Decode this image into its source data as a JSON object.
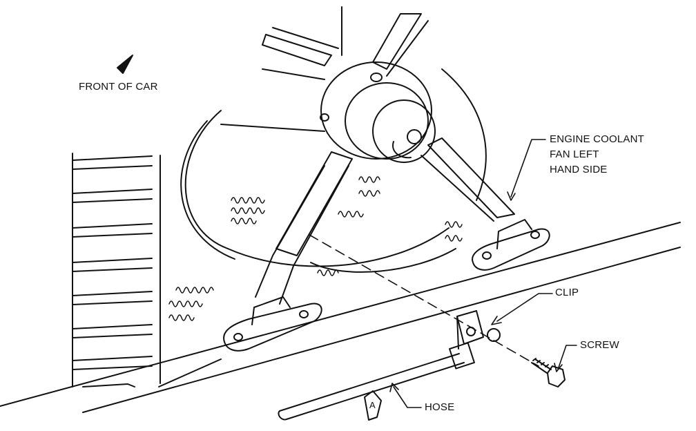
{
  "figure": {
    "labels": {
      "front_of_car": "FRONT OF CAR",
      "engine_coolant_fan": [
        "ENGINE COOLANT",
        "FAN LEFT",
        "HAND SIDE"
      ],
      "clip": "CLIP",
      "screw": "SCREW",
      "hose": "HOSE",
      "view_marker": "A"
    },
    "colors": {
      "line": "#111111",
      "background": "#ffffff"
    },
    "icons": [
      "front-direction-arrow-icon",
      "view-a-marker-icon"
    ]
  }
}
